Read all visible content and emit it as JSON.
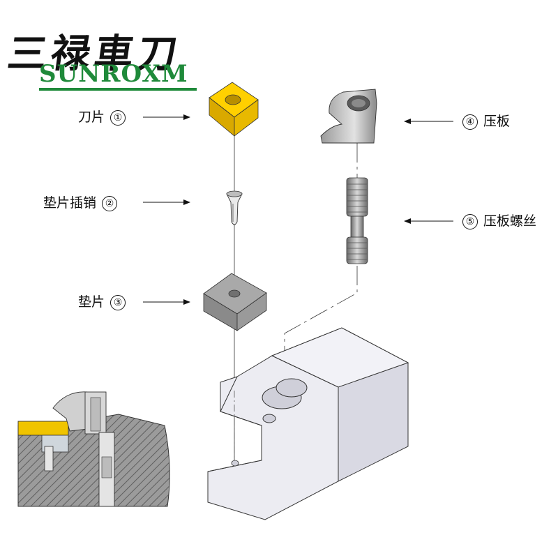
{
  "logo": {
    "chinese": "三禄車刀",
    "english": "SUNROXM",
    "brand_color": "#1f8a3a"
  },
  "parts": [
    {
      "number": "①",
      "name": "刀片"
    },
    {
      "number": "②",
      "name": "垫片插销"
    },
    {
      "number": "③",
      "name": "垫片"
    },
    {
      "number": "④",
      "name": "压板"
    },
    {
      "number": "⑤",
      "name": "压板螺丝"
    }
  ],
  "colors": {
    "insert_gold": "#f2c200",
    "shim_gray": "#9a9a9a",
    "holder_face": "#e6e6ef",
    "section_hatch": "#6f6f6f"
  }
}
